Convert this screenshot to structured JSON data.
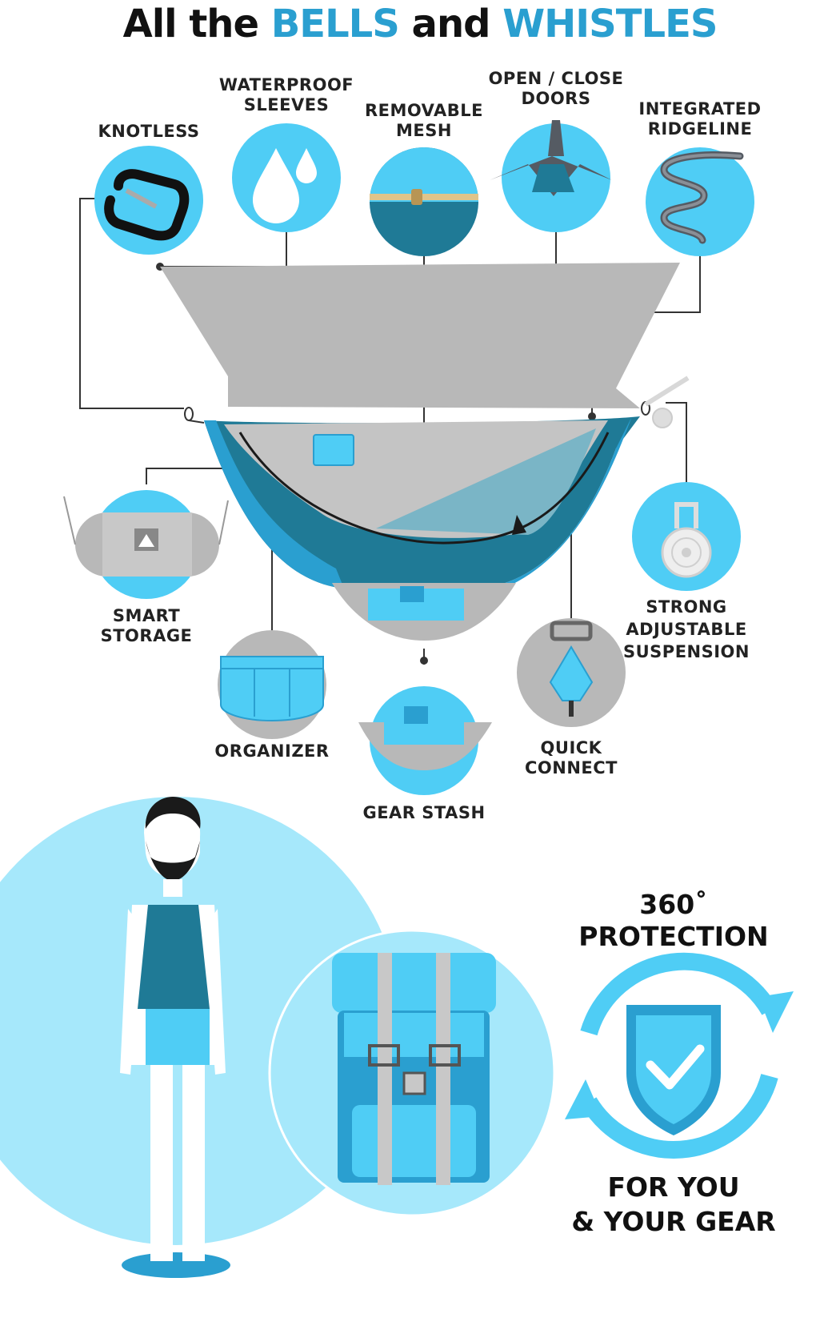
{
  "title": {
    "part1": "All the ",
    "accent1": "BELLS",
    "part2": " and ",
    "accent2": "WHISTLES"
  },
  "colors": {
    "accent_blue": "#2a9fd0",
    "light_blue": "#4fcdf5",
    "pale_blue": "#a6e8fb",
    "dark_teal": "#1f7a96",
    "gray": "#b8b8b8",
    "text": "#222222"
  },
  "features": [
    {
      "name": "knotless",
      "lines": [
        "KNOTLESS"
      ],
      "icon": "carabiner-icon"
    },
    {
      "name": "waterproof-sleeves",
      "lines": [
        "WATERPROOF",
        "SLEEVES"
      ],
      "icon": "water-drops-icon"
    },
    {
      "name": "removable-mesh",
      "lines": [
        "REMOVABLE",
        "MESH"
      ],
      "icon": "zipper-mesh-icon"
    },
    {
      "name": "open-close-doors",
      "lines": [
        "OPEN / CLOSE",
        "DOORS"
      ],
      "icon": "tarp-doors-icon"
    },
    {
      "name": "integrated-ridgeline",
      "lines": [
        "INTEGRATED",
        "RIDGELINE"
      ],
      "icon": "ridgeline-cord-icon"
    },
    {
      "name": "smart-storage",
      "lines": [
        "SMART",
        "STORAGE"
      ],
      "icon": "stuff-sack-icon"
    },
    {
      "name": "organizer",
      "lines": [
        "ORGANIZER"
      ],
      "icon": "organizer-pouch-icon"
    },
    {
      "name": "gear-stash",
      "lines": [
        "GEAR STASH"
      ],
      "icon": "gear-sling-icon"
    },
    {
      "name": "quick-connect",
      "lines": [
        "QUICK",
        "CONNECT"
      ],
      "icon": "quick-connect-buckle-icon"
    },
    {
      "name": "strong-adjustable-suspension",
      "lines": [
        "STRONG",
        "ADJUSTABLE",
        "SUSPENSION"
      ],
      "icon": "strap-roll-icon"
    }
  ],
  "protection": {
    "line1": "360˚",
    "line2": "PROTECTION",
    "bottom1": "FOR YOU",
    "bottom2": "& YOUR GEAR",
    "icon": "shield-check-icon"
  }
}
